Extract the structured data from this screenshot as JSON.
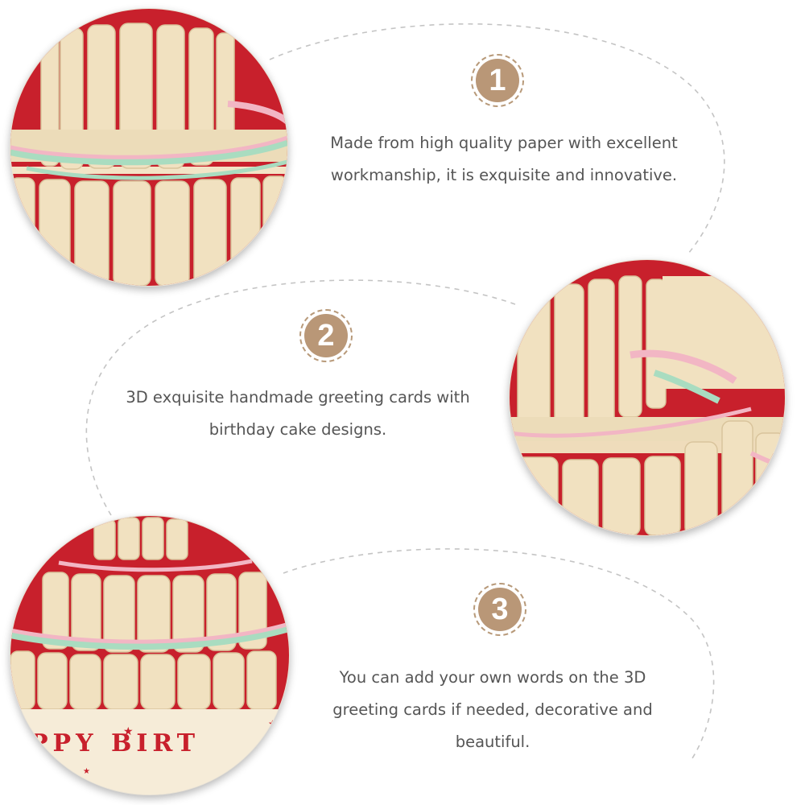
{
  "features": [
    {
      "number": "1",
      "lines": [
        "Made from high quality paper with excellent",
        "workmanship, it is exquisite and innovative."
      ]
    },
    {
      "number": "2",
      "lines": [
        "3D exquisite handmade greeting cards with",
        "birthday cake designs."
      ]
    },
    {
      "number": "3",
      "lines": [
        "You can add your own words on the 3D",
        "greeting cards if needed, decorative and",
        "beautiful."
      ]
    }
  ],
  "photos": {
    "card_lettering": "PPY BIRT",
    "colors": {
      "paper": "#f1e1c0",
      "paper_shadow": "#d9c49c",
      "card_red": "#c8202c",
      "ribbon_pink": "#f2b6c4",
      "ribbon_mint": "#a9dcc0"
    }
  },
  "colors": {
    "badge_fill": "#b99777",
    "badge_ring": "#b89a7a",
    "text": "#555555",
    "dash": "#c4c4c4"
  }
}
